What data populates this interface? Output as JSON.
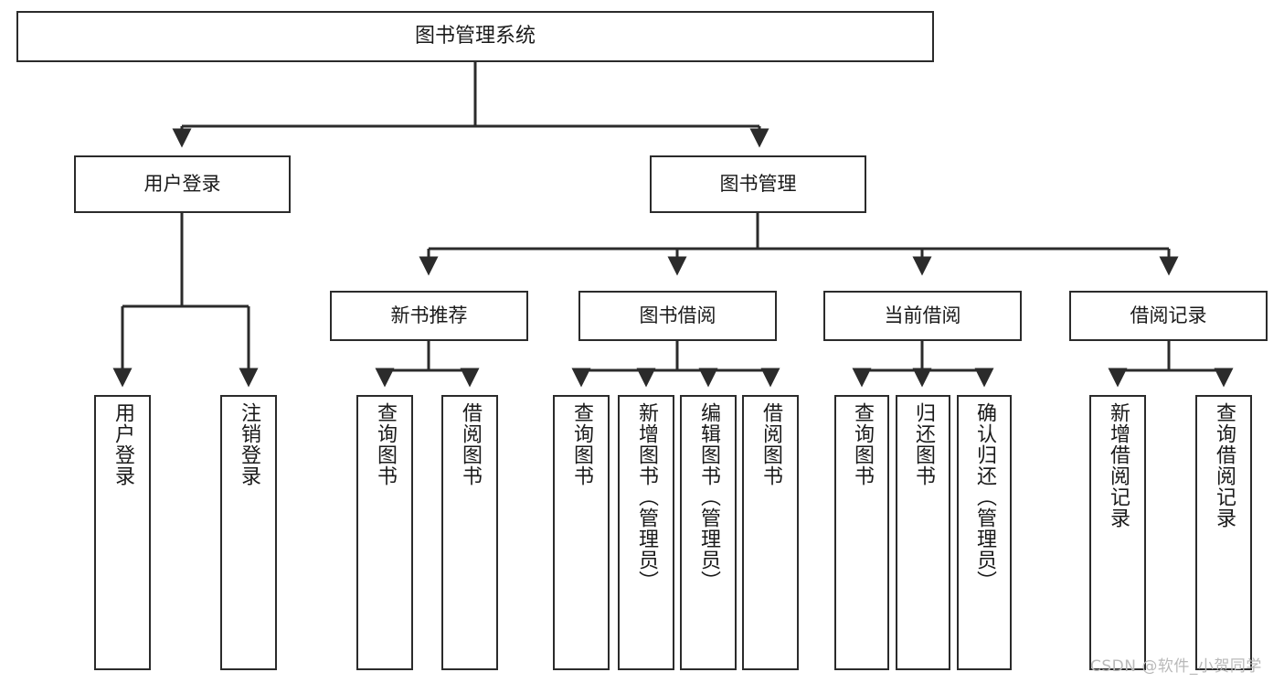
{
  "diagram": {
    "type": "tree-hierarchy",
    "title": "图书管理系统",
    "watermark": "CSDN @软件_小贺同学",
    "colors": {
      "stroke": "#2b2b2b",
      "fill": "#ffffff",
      "text": "#1a1a1a",
      "watermark": "#b9b9b9"
    },
    "levels": {
      "root": {
        "label": "图书管理系统"
      },
      "level2": [
        {
          "label": "用户登录"
        },
        {
          "label": "图书管理"
        }
      ],
      "level3": [
        {
          "label": "新书推荐"
        },
        {
          "label": "图书借阅"
        },
        {
          "label": "当前借阅"
        },
        {
          "label": "借阅记录"
        }
      ],
      "leaves": {
        "user_login": [
          {
            "label": "用户登录"
          },
          {
            "label": "注销登录"
          }
        ],
        "new_book_recommend": [
          {
            "label": "查询图书"
          },
          {
            "label": "借阅图书"
          }
        ],
        "book_borrow": [
          {
            "label": "查询图书"
          },
          {
            "label": "新增图书（管理员）"
          },
          {
            "label": "编辑图书（管理员）"
          },
          {
            "label": "借阅图书"
          }
        ],
        "current_borrow": [
          {
            "label": "查询图书"
          },
          {
            "label": "归还图书"
          },
          {
            "label": "确认归还（管理员）"
          }
        ],
        "borrow_record": [
          {
            "label": "新增借阅记录"
          },
          {
            "label": "查询借阅记录"
          }
        ]
      }
    }
  }
}
